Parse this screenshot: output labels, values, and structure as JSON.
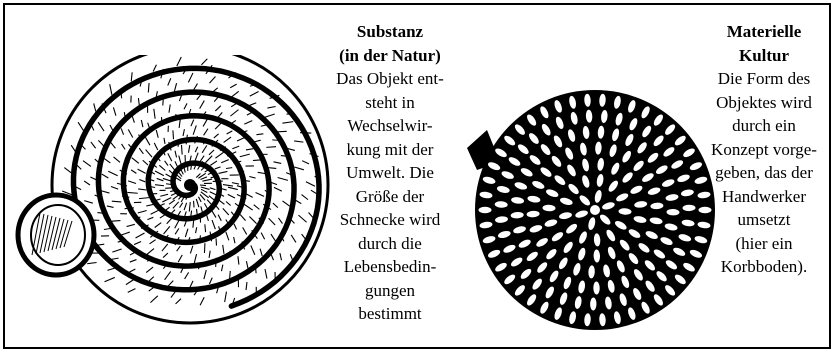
{
  "left_caption": {
    "title_lines": [
      "Substanz",
      "(in der Natur)"
    ],
    "body_lines": [
      "Das Objekt ent-",
      "steht in",
      "Wechselwir-",
      "kung mit der",
      "Umwelt. Die",
      "Größe der",
      "Schnecke wird",
      "durch die",
      "Lebensbedin-",
      "gungen",
      "bestimmt"
    ]
  },
  "right_caption": {
    "title_lines": [
      "Materielle",
      "Kultur"
    ],
    "body_lines": [
      "Die Form des",
      "Objektes wird",
      "durch ein",
      "Konzept vorge-",
      "geben, das der",
      "Handwerker",
      "umsetzt",
      "(hier ein",
      "Korbboden)."
    ]
  },
  "colors": {
    "ink": "#000000",
    "paper": "#ffffff"
  }
}
